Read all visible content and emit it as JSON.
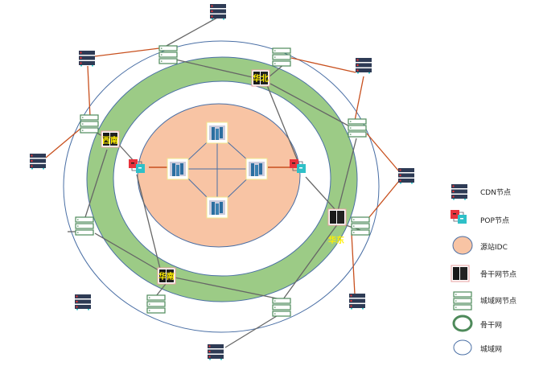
{
  "regions": {
    "southwest": "西南",
    "north": "华北",
    "south": "华南",
    "east": "华东"
  },
  "legend": {
    "cdn": "CDN节点",
    "pop": "POP节点",
    "idc": "源站IDC",
    "backbone_node": "骨干网节点",
    "metro_node": "城域网节点",
    "backbone": "骨干网",
    "metro": "城域网"
  },
  "colors": {
    "idc": "#f8c4a4",
    "backbone": "#9ccb86",
    "metro_ring": "#4a6fa5",
    "cdn_link": "#c8501e",
    "link": "#666666"
  }
}
